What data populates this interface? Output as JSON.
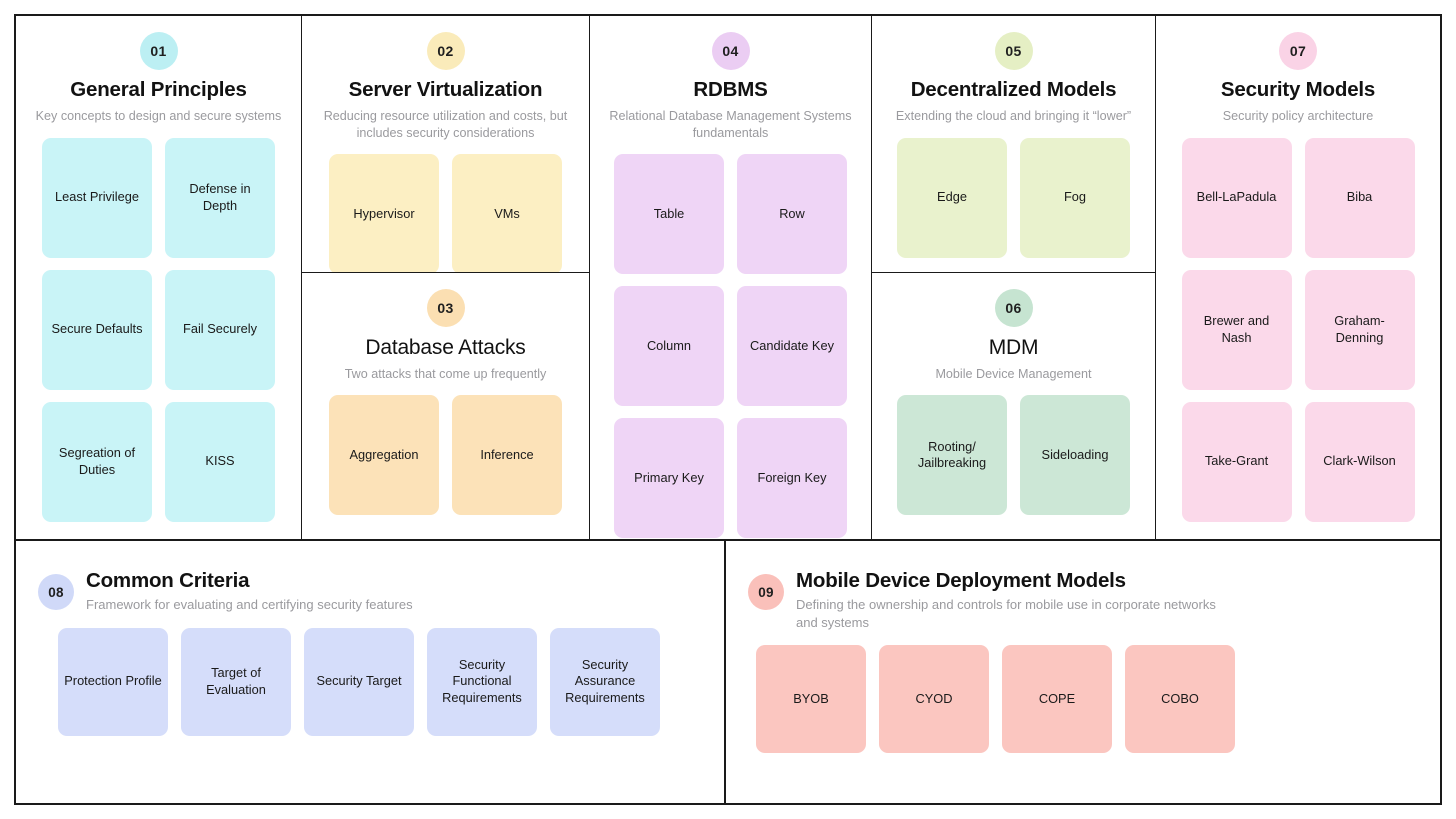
{
  "palette": {
    "cyan": "#C9F4F7",
    "cyan_badge": "#BCEFF3",
    "yellow": "#FCEFC3",
    "yellow_badge": "#FAEBBA",
    "orange": "#FCE2B8",
    "orange_badge": "#FBDFB2",
    "purple": "#EFD5F6",
    "purple_badge": "#EBCDF3",
    "lime": "#E9F2CD",
    "lime_badge": "#E5EFC4",
    "green": "#CCE7D6",
    "green_badge": "#C6E4D1",
    "pink": "#FBD9EA",
    "pink_badge": "#FAD3E6",
    "periwinkle": "#D5DDFA",
    "periwinkle_badge": "#D0D9F8",
    "salmon": "#FBC6C0",
    "salmon_badge": "#FAC0BA",
    "border": "#1a1a1a",
    "title": "#121212",
    "subtitle": "#9a9a9e"
  },
  "sections": [
    {
      "number": "01",
      "title": "General Principles",
      "subtitle": "Key concepts to design and secure systems",
      "tiles": [
        "Least Privilege",
        "Defense in Depth",
        "Secure Defaults",
        "Fail Securely",
        "Segreation of Duties",
        "KISS"
      ]
    },
    {
      "number": "02",
      "title": "Server Virtualization",
      "subtitle": "Reducing resource utilization and costs, but includes security considerations",
      "tiles": [
        "Hypervisor",
        "VMs"
      ]
    },
    {
      "number": "03",
      "title": "Database Attacks",
      "subtitle": "Two attacks that come up frequently",
      "tiles": [
        "Aggregation",
        "Inference"
      ]
    },
    {
      "number": "04",
      "title": "RDBMS",
      "subtitle": "Relational Database Management Systems fundamentals",
      "tiles": [
        "Table",
        "Row",
        "Column",
        "Candidate Key",
        "Primary Key",
        "Foreign Key"
      ]
    },
    {
      "number": "05",
      "title": "Decentralized Models",
      "subtitle": "Extending the cloud and bringing it “lower”",
      "tiles": [
        "Edge",
        "Fog"
      ]
    },
    {
      "number": "06",
      "title": "MDM",
      "subtitle": "Mobile Device Management",
      "tiles": [
        "Rooting/ Jailbreaking",
        "Sideloading"
      ]
    },
    {
      "number": "07",
      "title": "Security Models",
      "subtitle": "Security policy architecture",
      "tiles": [
        "Bell-LaPadula",
        "Biba",
        "Brewer and Nash",
        "Graham-Denning",
        "Take-Grant",
        "Clark-Wilson"
      ]
    },
    {
      "number": "08",
      "title": "Common Criteria",
      "subtitle": "Framework for evaluating and certifying security features",
      "tiles": [
        "Protection Profile",
        "Target of Evaluation",
        "Security Target",
        "Security Functional Requirements",
        "Security Assurance Requirements"
      ]
    },
    {
      "number": "09",
      "title": "Mobile Device Deployment Models",
      "subtitle": "Defining the ownership and controls for mobile use in corporate networks and systems",
      "tiles": [
        "BYOB",
        "CYOD",
        "COPE",
        "COBO"
      ]
    }
  ]
}
